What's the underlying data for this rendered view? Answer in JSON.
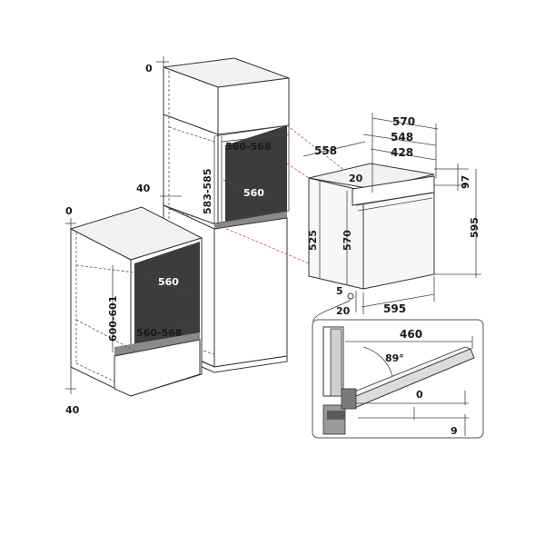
{
  "dimensions": {
    "tall_top_zero": "0",
    "tall_side_40": "40",
    "tall_opening_height": "583-585",
    "tall_opening_width": "560-568",
    "tall_opening_depth": "560",
    "base_top_zero": "0",
    "base_bottom_40": "40",
    "base_opening_height": "600-601",
    "base_opening_width": "560-568",
    "base_opening_depth": "560",
    "oven_depth_570": "570",
    "oven_depth_548": "548",
    "oven_depth_428": "428",
    "oven_side_558": "558",
    "oven_inset_20_top": "20",
    "oven_height_97": "97",
    "oven_body_height_525": "525",
    "oven_body_height_570": "570",
    "oven_total_height_595": "595",
    "oven_front_5": "5",
    "oven_front_20": "20",
    "oven_width_595": "595",
    "door_open_460": "460",
    "door_angle": "89°",
    "door_gap_0": "0",
    "door_gap_9": "9"
  }
}
